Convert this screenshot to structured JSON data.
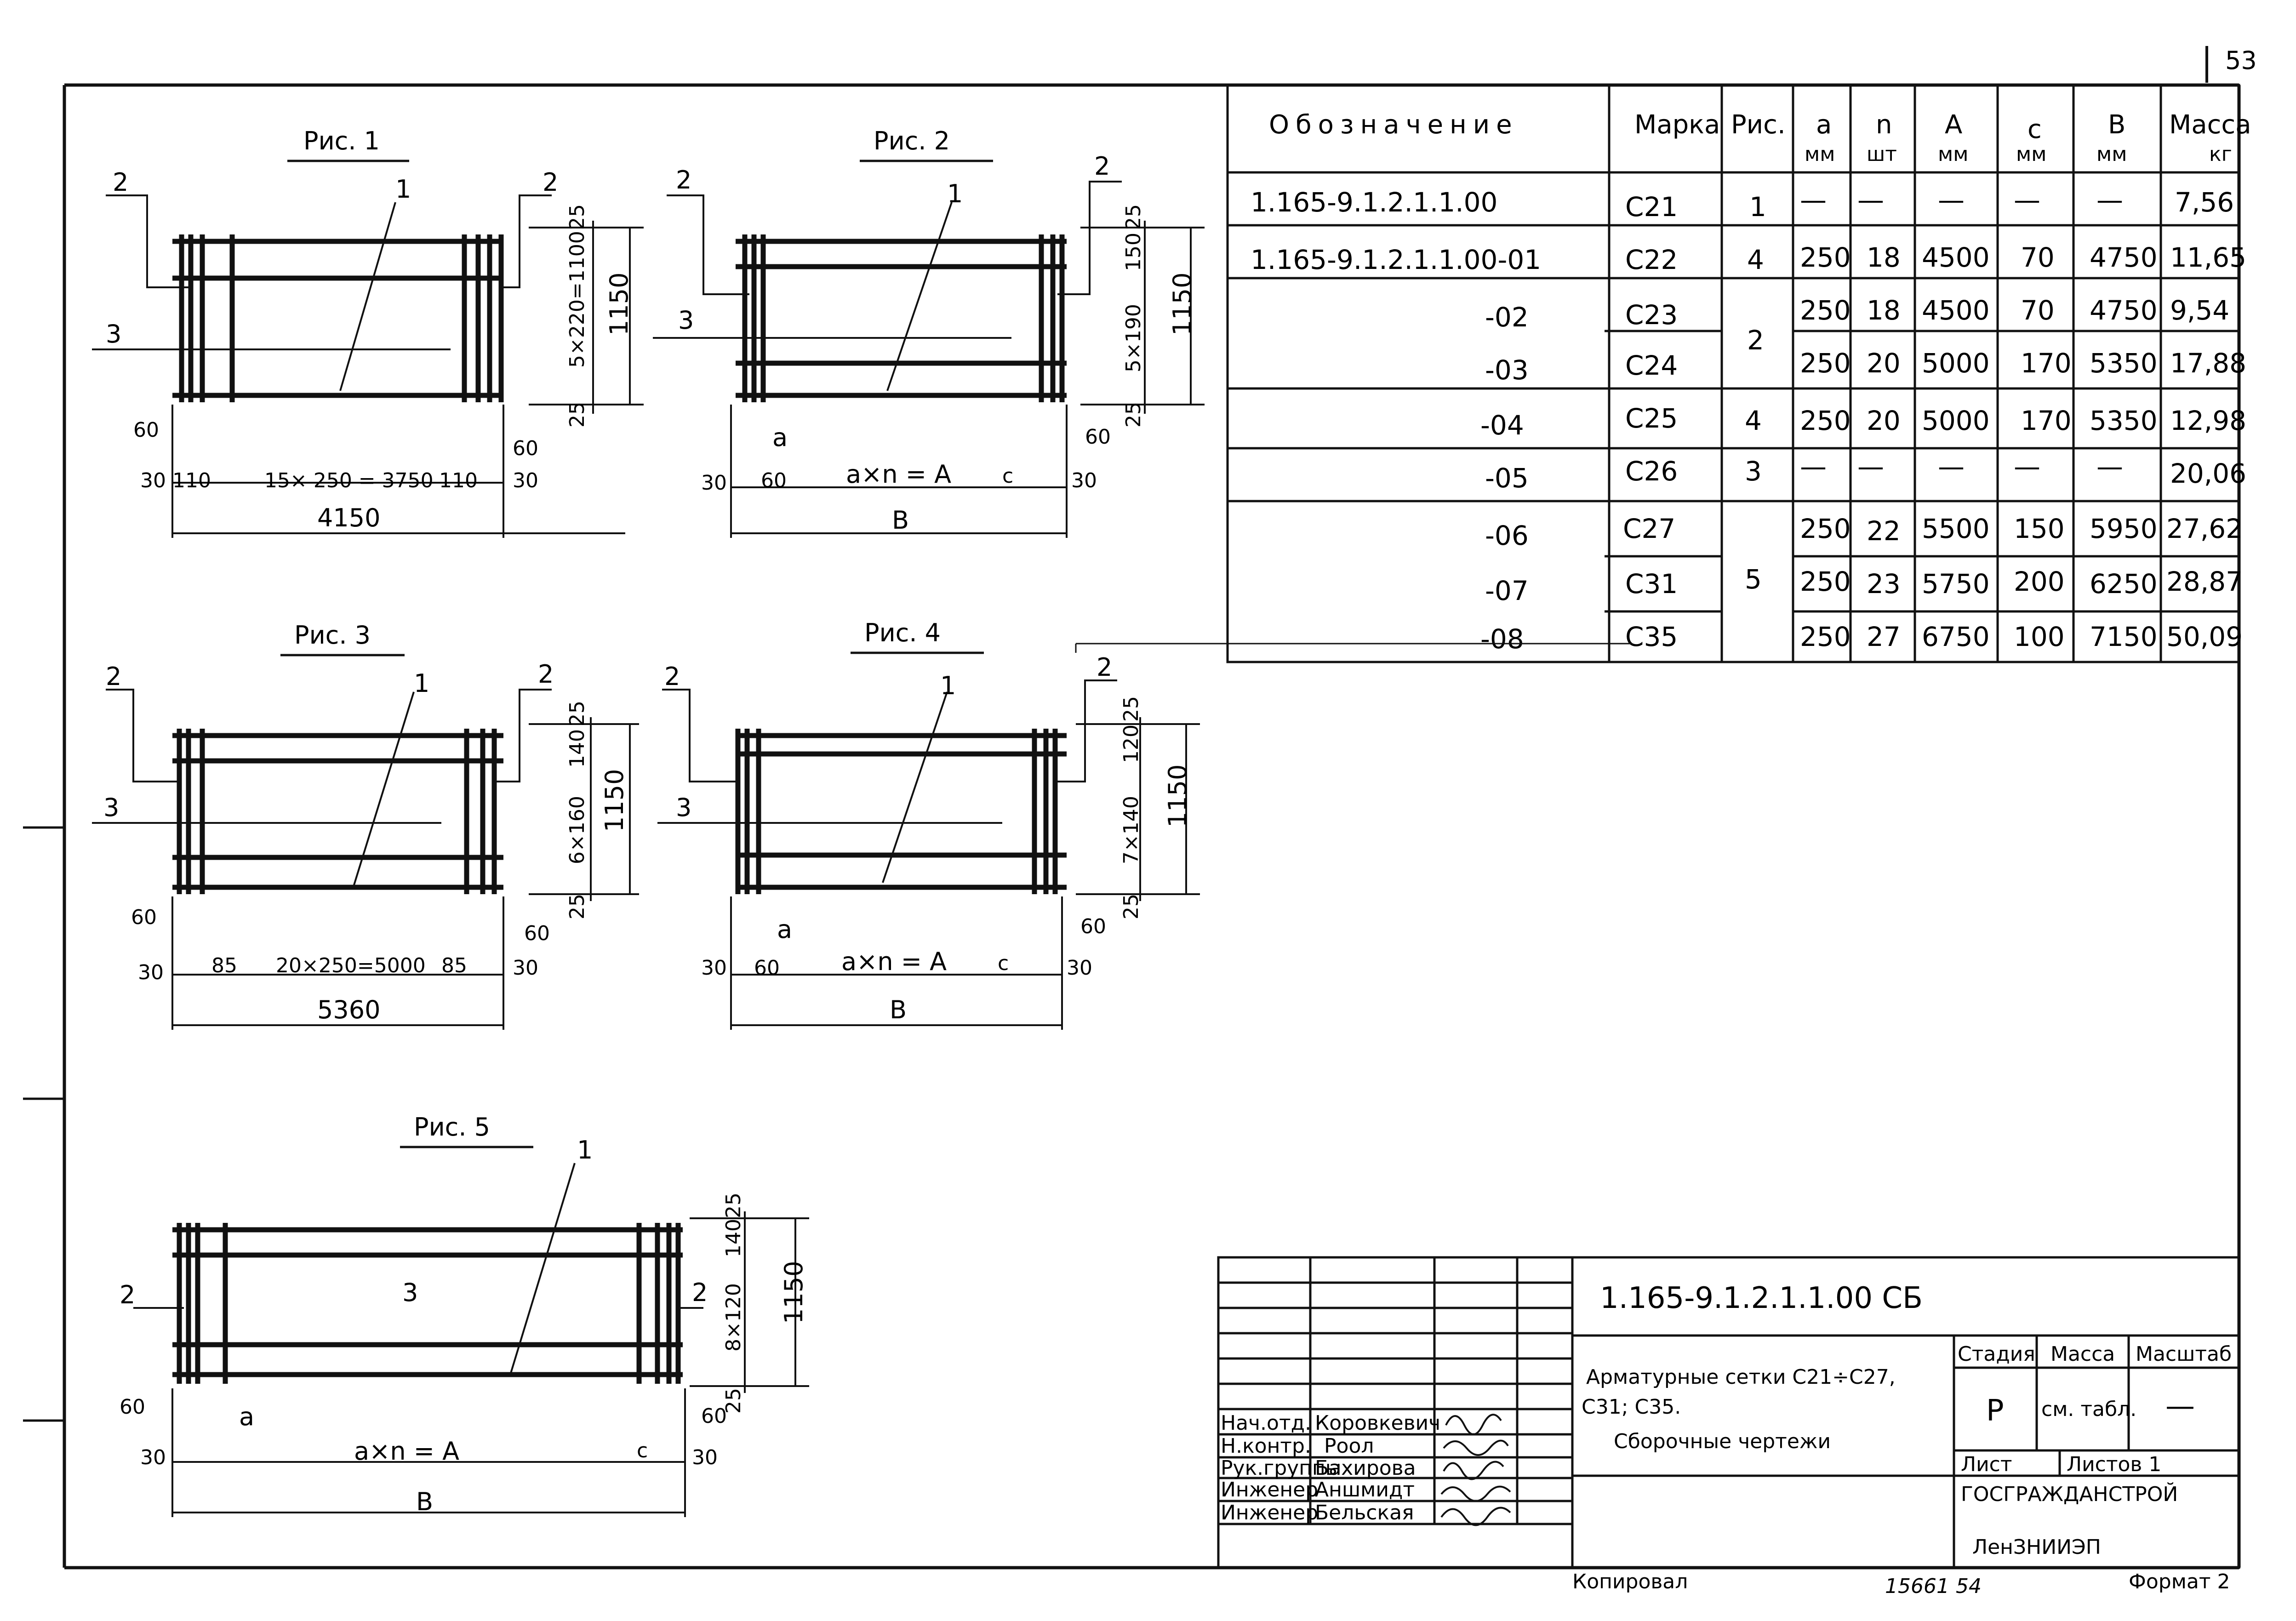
{
  "page_number": "53",
  "table": {
    "headers": [
      {
        "top": "Обозначение",
        "unit": ""
      },
      {
        "top": "Марка",
        "unit": ""
      },
      {
        "top": "Рис.",
        "unit": ""
      },
      {
        "top": "a",
        "unit": "мм"
      },
      {
        "top": "n",
        "unit": "шт"
      },
      {
        "top": "A",
        "unit": "мм"
      },
      {
        "top": "c",
        "unit": "мм"
      },
      {
        "top": "B",
        "unit": "мм"
      },
      {
        "top": "Масса",
        "unit": "кг"
      }
    ],
    "rows": [
      {
        "designation": "1.165-9.1.2.1.1.00",
        "mark": "С21",
        "fig": "1",
        "a": "—",
        "n": "—",
        "A": "—",
        "c": "—",
        "B": "—",
        "mass": "7,56"
      },
      {
        "designation": "1.165-9.1.2.1.1.00-01",
        "mark": "С22",
        "fig": "4",
        "a": "250",
        "n": "18",
        "A": "4500",
        "c": "70",
        "B": "4750",
        "mass": "11,65"
      },
      {
        "designation": "-02",
        "mark": "С23",
        "fig": "2",
        "a": "250",
        "n": "18",
        "A": "4500",
        "c": "70",
        "B": "4750",
        "mass": "9,54"
      },
      {
        "designation": "-03",
        "mark": "С24",
        "fig": "",
        "a": "250",
        "n": "20",
        "A": "5000",
        "c": "170",
        "B": "5350",
        "mass": "17,88"
      },
      {
        "designation": "-04",
        "mark": "С25",
        "fig": "4",
        "a": "250",
        "n": "20",
        "A": "5000",
        "c": "170",
        "B": "5350",
        "mass": "12,98"
      },
      {
        "designation": "-05",
        "mark": "С26",
        "fig": "3",
        "a": "—",
        "n": "—",
        "A": "—",
        "c": "—",
        "B": "—",
        "mass": "20,06"
      },
      {
        "designation": "-06",
        "mark": "С27",
        "fig": "5",
        "a": "250",
        "n": "22",
        "A": "5500",
        "c": "150",
        "B": "5950",
        "mass": "27,62"
      },
      {
        "designation": "-07",
        "mark": "С31",
        "fig": "",
        "a": "250",
        "n": "23",
        "A": "5750",
        "c": "200",
        "B": "6250",
        "mass": "28,87"
      },
      {
        "designation": "-08",
        "mark": "С35",
        "fig": "",
        "a": "250",
        "n": "27",
        "A": "6750",
        "c": "100",
        "B": "7150",
        "mass": "50,09"
      }
    ]
  },
  "figures": [
    {
      "title": "Рис. 1",
      "callouts": [
        "1",
        "2",
        "2",
        "3"
      ],
      "height_dims": [
        "25",
        "5×220=1100",
        "25",
        "1150"
      ],
      "bottom_small": [
        "60",
        "30",
        "110",
        "110",
        "60",
        "30"
      ],
      "bottom_dim": "15× 250 = 3750",
      "overall": "4150"
    },
    {
      "title": "Рис. 2",
      "callouts": [
        "1",
        "2",
        "2",
        "3"
      ],
      "height_dims": [
        "25",
        "150",
        "5×190",
        "25",
        "1150"
      ],
      "bottom_small": [
        "a",
        "30",
        "60",
        "c",
        "60",
        "30"
      ],
      "bottom_dim": "a×n = A",
      "overall": "B"
    },
    {
      "title": "Рис. 3",
      "callouts": [
        "1",
        "2",
        "2",
        "3"
      ],
      "height_dims": [
        "25",
        "140",
        "6×160",
        "25",
        "1150"
      ],
      "bottom_small": [
        "60",
        "30",
        "85",
        "85",
        "60",
        "30"
      ],
      "bottom_dim": "20×250=5000",
      "overall": "5360"
    },
    {
      "title": "Рис. 4",
      "callouts": [
        "1",
        "2",
        "2",
        "3"
      ],
      "height_dims": [
        "25",
        "120",
        "7×140",
        "25",
        "1150"
      ],
      "bottom_small": [
        "a",
        "30",
        "60",
        "c",
        "60",
        "30"
      ],
      "bottom_dim": "a×n = A",
      "overall": "B"
    },
    {
      "title": "Рис. 5",
      "callouts": [
        "1",
        "2",
        "2",
        "3"
      ],
      "height_dims": [
        "25",
        "140",
        "8×120",
        "25",
        "1150"
      ],
      "bottom_small": [
        "60",
        "a",
        "30",
        "c",
        "60",
        "30"
      ],
      "bottom_dim": "a×n = A",
      "overall": "B"
    }
  ],
  "title_block": {
    "doc_code": "1.165-9.1.2.1.1.00 СБ",
    "title_lines": [
      "Арматурные сетки С21÷С27,",
      "С31; С35.",
      "Сборочные чертежи"
    ],
    "roles": [
      {
        "role": "Нач.отд.",
        "name": "Коровкевич"
      },
      {
        "role": "Н.контр.",
        "name": "Роол"
      },
      {
        "role": "Рук.группы",
        "name": "Бахирова"
      },
      {
        "role": "Инженер",
        "name": "Аншмидт"
      },
      {
        "role": "Инженер",
        "name": "Бельская"
      }
    ],
    "stage_label": "Стадия",
    "mass_label": "Масса",
    "scale_label": "Масштаб",
    "stage_value": "Р",
    "mass_value": "см. табл.",
    "scale_value": "—",
    "sheet_label": "Лист",
    "sheets_label": "Листов 1",
    "org_top": "ГОСГРАЖДАНСТРОЙ",
    "org_main": "ЛенЗНИИЭП"
  },
  "footer": {
    "copied": "Копировал",
    "number": "15661 54",
    "format": "Формат 2"
  }
}
